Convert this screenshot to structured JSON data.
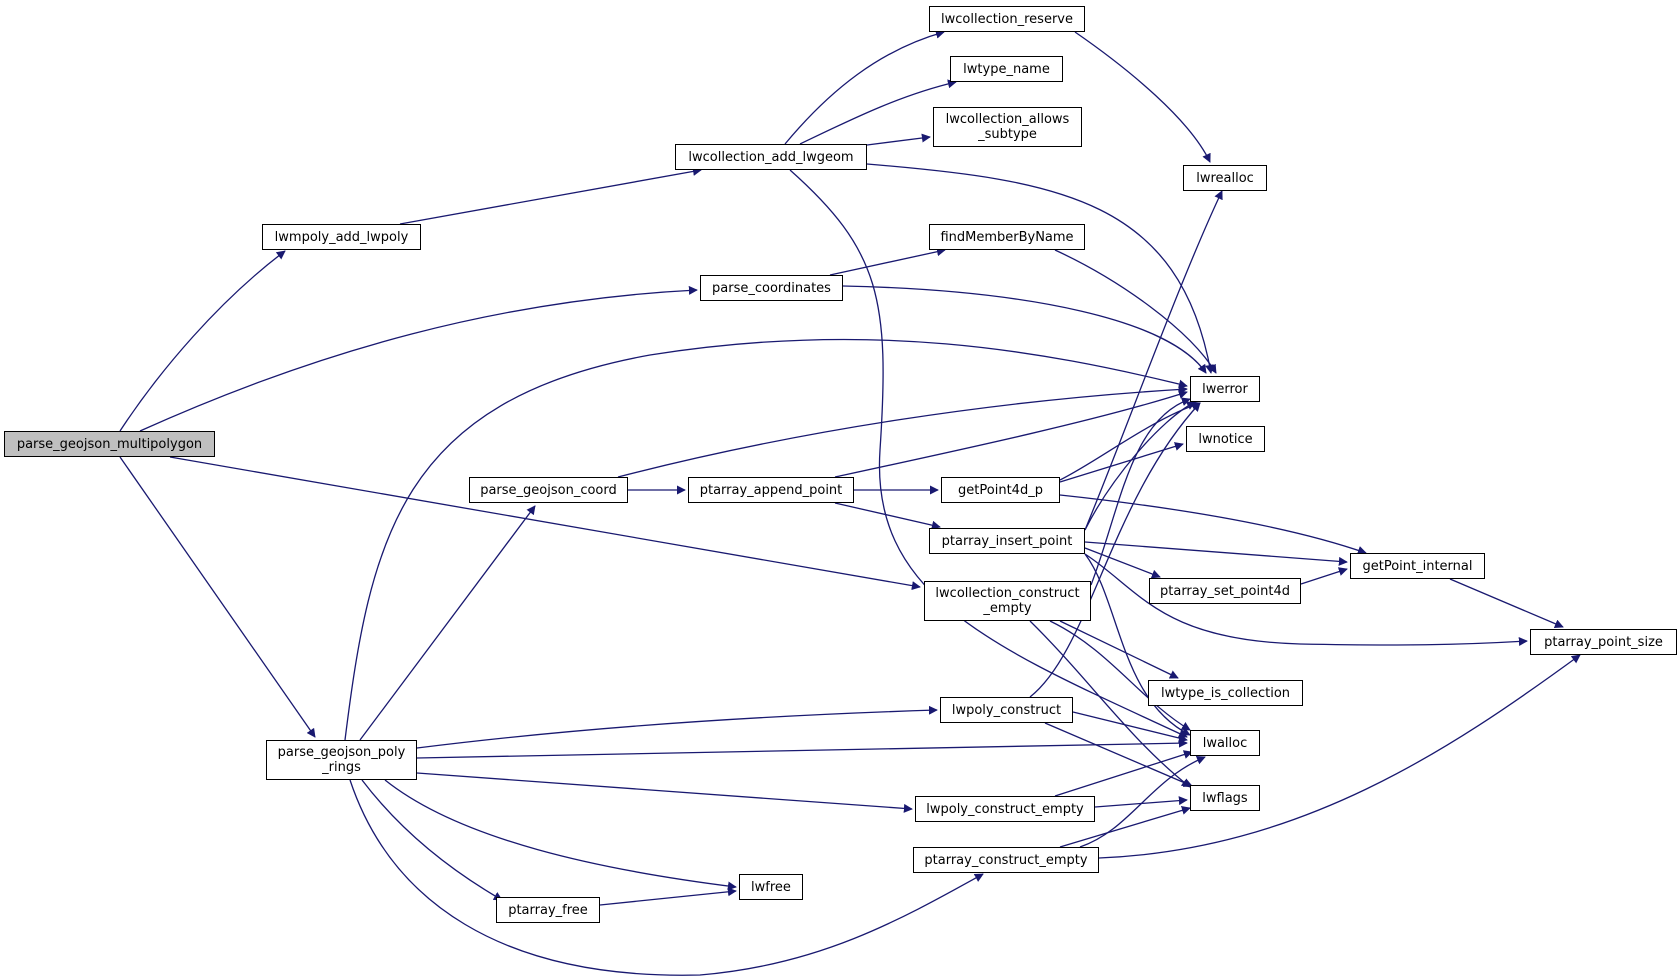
{
  "colors": {
    "edge": "#191970",
    "node_border": "#000000",
    "root_fill": "#bfbfbf",
    "node_fill": "#ffffff"
  },
  "nodes": {
    "parse_geojson_multipolygon": "parse_geojson_multipolygon",
    "lwmpoly_add_lwpoly": "lwmpoly_add_lwpoly",
    "parse_coordinates": "parse_coordinates",
    "lwcollection_construct_empty": "lwcollection_construct\n_empty",
    "parse_geojson_poly_rings": "parse_geojson_poly\n_rings",
    "lwcollection_add_lwgeom": "lwcollection_add_lwgeom",
    "lwcollection_reserve": "lwcollection_reserve",
    "lwtype_name": "lwtype_name",
    "lwcollection_allows_subtype": "lwcollection_allows\n_subtype",
    "lwrealloc": "lwrealloc",
    "findMemberByName": "findMemberByName",
    "lwerror": "lwerror",
    "lwnotice": "lwnotice",
    "parse_geojson_coord": "parse_geojson_coord",
    "ptarray_append_point": "ptarray_append_point",
    "getPoint4d_p": "getPoint4d_p",
    "ptarray_insert_point": "ptarray_insert_point",
    "getPoint_internal": "getPoint_internal",
    "ptarray_set_point4d": "ptarray_set_point4d",
    "ptarray_point_size": "ptarray_point_size",
    "lwtype_is_collection": "lwtype_is_collection",
    "lwpoly_construct": "lwpoly_construct",
    "lwalloc": "lwalloc",
    "lwpoly_construct_empty": "lwpoly_construct_empty",
    "lwflags": "lwflags",
    "ptarray_construct_empty": "ptarray_construct_empty",
    "lwfree": "lwfree",
    "ptarray_free": "ptarray_free"
  }
}
